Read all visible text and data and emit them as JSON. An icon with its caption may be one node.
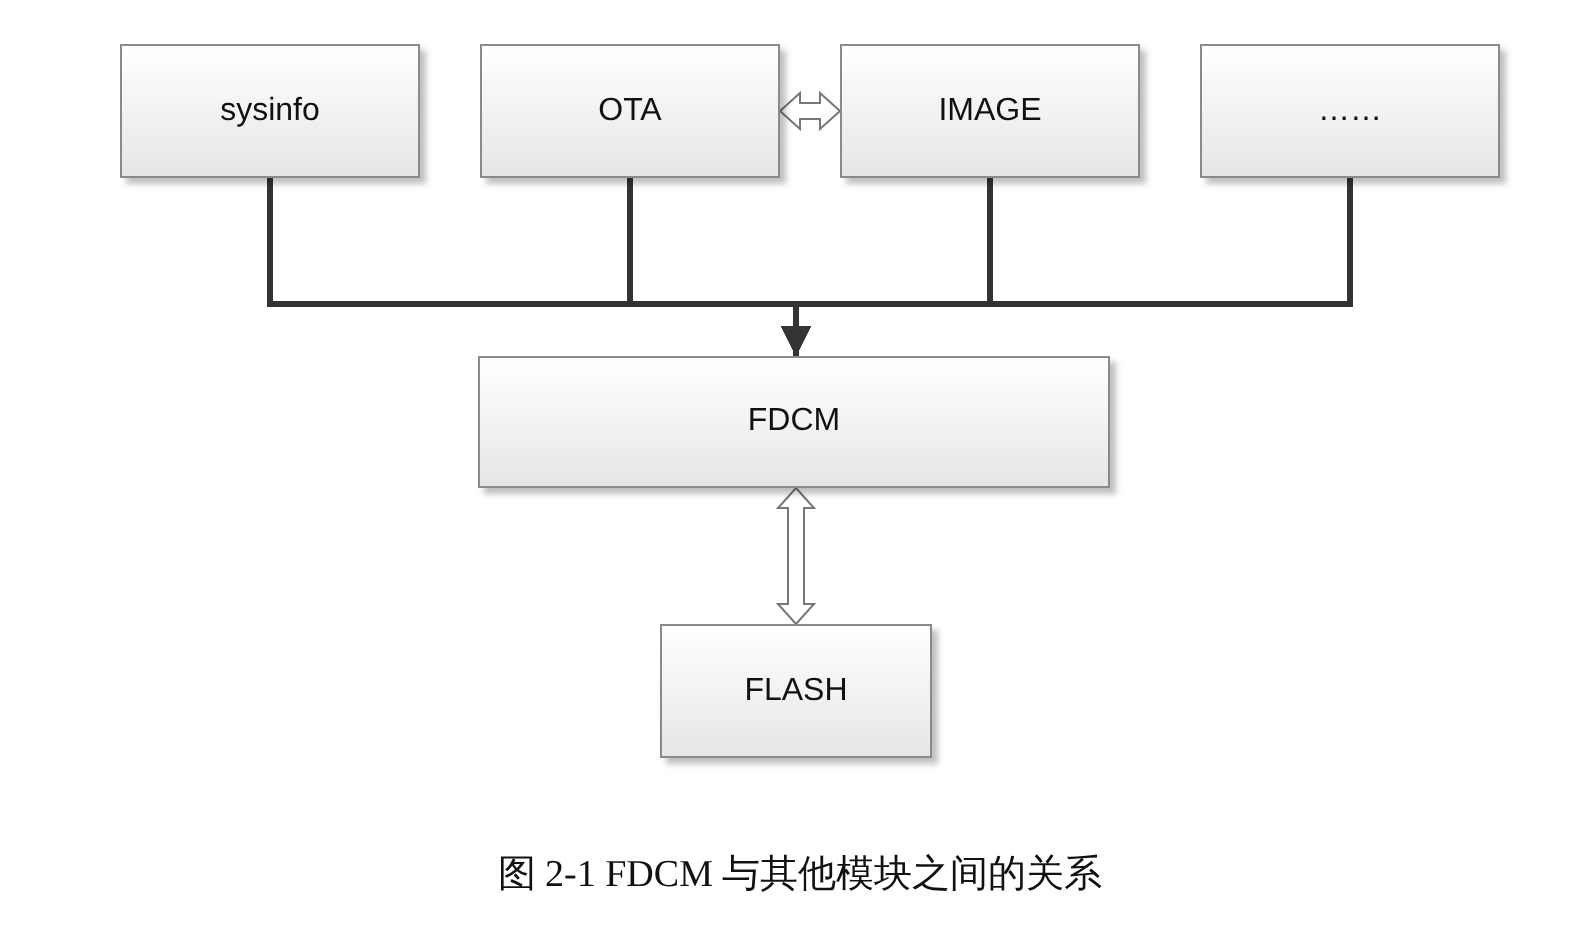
{
  "diagram": {
    "caption": "图 2-1 FDCM 与其他模块之间的关系",
    "nodes": [
      {
        "text": [
          "sysinfo"
        ]
      },
      {
        "text": [
          "OTA"
        ]
      },
      {
        "text": [
          "IMAGE"
        ]
      },
      {
        "text": [
          "……"
        ]
      },
      {
        "text": [
          "FDCM"
        ]
      },
      {
        "text": [
          "FLASH"
        ]
      }
    ],
    "edges": [
      {
        "from": 0,
        "to": 4,
        "arrow": "to"
      },
      {
        "from": 1,
        "to": 4,
        "arrow": "to"
      },
      {
        "from": 2,
        "to": 4,
        "arrow": "to"
      },
      {
        "from": 3,
        "to": 4,
        "arrow": "to"
      },
      {
        "from": 1,
        "to": 2,
        "arrow": "both",
        "style": "thick"
      },
      {
        "from": 4,
        "to": 5,
        "arrow": "both",
        "style": "thick"
      }
    ]
  }
}
